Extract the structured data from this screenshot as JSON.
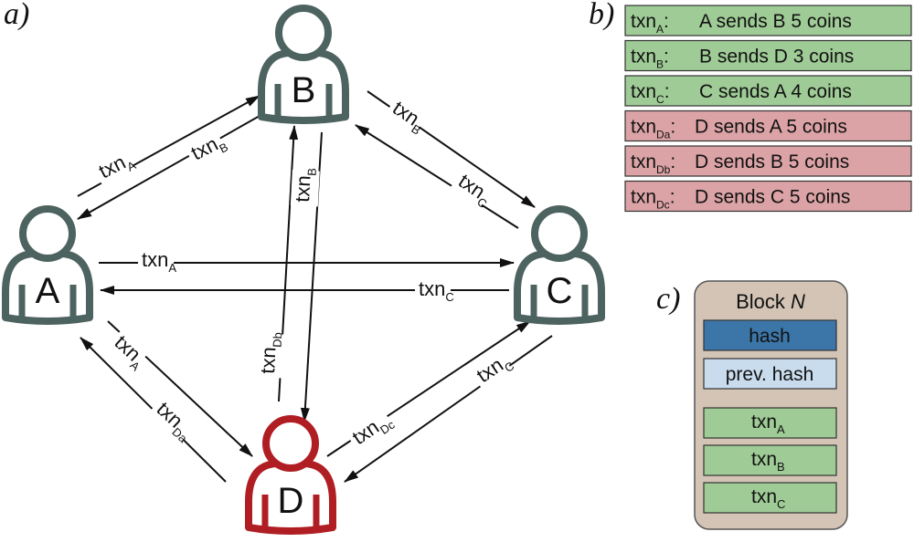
{
  "panels": {
    "a": "a)",
    "b": "b)",
    "c": "c)"
  },
  "colors": {
    "user": "#4d6360",
    "malicious": "#b01e23",
    "arrow": "#111111",
    "tx_good": "#9fcb96",
    "tx_bad": "#dba3a6",
    "block_bg": "#d3c4b5",
    "hash_bg": "#3c76a8",
    "prev_hash_bg": "#c9dced",
    "txn_bg": "#9fcb96"
  },
  "nodes": [
    {
      "id": "A",
      "label": "A",
      "role": "user"
    },
    {
      "id": "B",
      "label": "B",
      "role": "user"
    },
    {
      "id": "C",
      "label": "C",
      "role": "user"
    },
    {
      "id": "D",
      "label": "D",
      "role": "malicious"
    }
  ],
  "edges": [
    {
      "from": "A",
      "to": "B",
      "label": "txn",
      "sub": "A"
    },
    {
      "from": "B",
      "to": "A",
      "label": "txn",
      "sub": "B"
    },
    {
      "from": "B",
      "to": "C",
      "label": "txn",
      "sub": "B"
    },
    {
      "from": "C",
      "to": "B",
      "label": "txn",
      "sub": "C"
    },
    {
      "from": "A",
      "to": "C",
      "label": "txn",
      "sub": "A"
    },
    {
      "from": "C",
      "to": "A",
      "label": "txn",
      "sub": "C"
    },
    {
      "from": "D",
      "to": "B",
      "label": "txn",
      "sub": "Db"
    },
    {
      "from": "B",
      "to": "D",
      "label": "txn",
      "sub": "B"
    },
    {
      "from": "A",
      "to": "D",
      "label": "txn",
      "sub": "A"
    },
    {
      "from": "D",
      "to": "A",
      "label": "txn",
      "sub": "Da"
    },
    {
      "from": "D",
      "to": "C",
      "label": "txn",
      "sub": "Dc"
    },
    {
      "from": "C",
      "to": "D",
      "label": "txn",
      "sub": "C"
    }
  ],
  "transactions": [
    {
      "id": "txn",
      "sub": "A",
      "text": "A sends B 5 coins",
      "status": "valid"
    },
    {
      "id": "txn",
      "sub": "B",
      "text": "B sends D 3 coins",
      "status": "valid"
    },
    {
      "id": "txn",
      "sub": "C",
      "text": "C sends A 4 coins",
      "status": "valid"
    },
    {
      "id": "txn",
      "sub": "Da",
      "text": "D sends A 5 coins",
      "status": "double-spend"
    },
    {
      "id": "txn",
      "sub": "Db",
      "text": "D sends B 5 coins",
      "status": "double-spend"
    },
    {
      "id": "txn",
      "sub": "Dc",
      "text": "D sends C 5 coins",
      "status": "double-spend"
    }
  ],
  "block": {
    "title": "Block",
    "title_var": "N",
    "hash": "hash",
    "prev_hash": "prev. hash",
    "txns": [
      {
        "label": "txn",
        "sub": "A"
      },
      {
        "label": "txn",
        "sub": "B"
      },
      {
        "label": "txn",
        "sub": "C"
      }
    ]
  }
}
